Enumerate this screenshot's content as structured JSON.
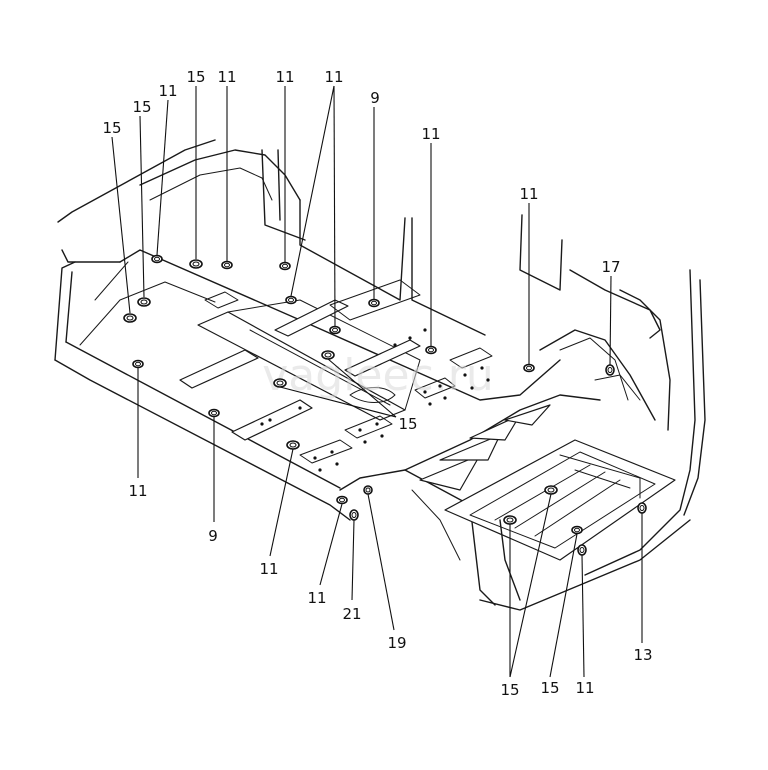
{
  "watermark": "vagleec.ru",
  "callouts": [
    {
      "id": "c-15-a",
      "label": "15"
    },
    {
      "id": "c-15-b",
      "label": "15"
    },
    {
      "id": "c-11-a",
      "label": "11"
    },
    {
      "id": "c-15-c",
      "label": "15"
    },
    {
      "id": "c-11-b",
      "label": "11"
    },
    {
      "id": "c-11-c",
      "label": "11"
    },
    {
      "id": "c-11-d",
      "label": "11"
    },
    {
      "id": "c-9-a",
      "label": "9"
    },
    {
      "id": "c-11-e",
      "label": "11"
    },
    {
      "id": "c-11-f",
      "label": "11"
    },
    {
      "id": "c-17",
      "label": "17"
    },
    {
      "id": "c-15-d",
      "label": "15"
    },
    {
      "id": "c-11-g",
      "label": "11"
    },
    {
      "id": "c-9-b",
      "label": "9"
    },
    {
      "id": "c-11-h",
      "label": "11"
    },
    {
      "id": "c-11-i",
      "label": "11"
    },
    {
      "id": "c-21",
      "label": "21"
    },
    {
      "id": "c-19",
      "label": "19"
    },
    {
      "id": "c-15-e",
      "label": "15"
    },
    {
      "id": "c-15-f",
      "label": "15"
    },
    {
      "id": "c-11-j",
      "label": "11"
    },
    {
      "id": "c-13",
      "label": "13"
    }
  ]
}
